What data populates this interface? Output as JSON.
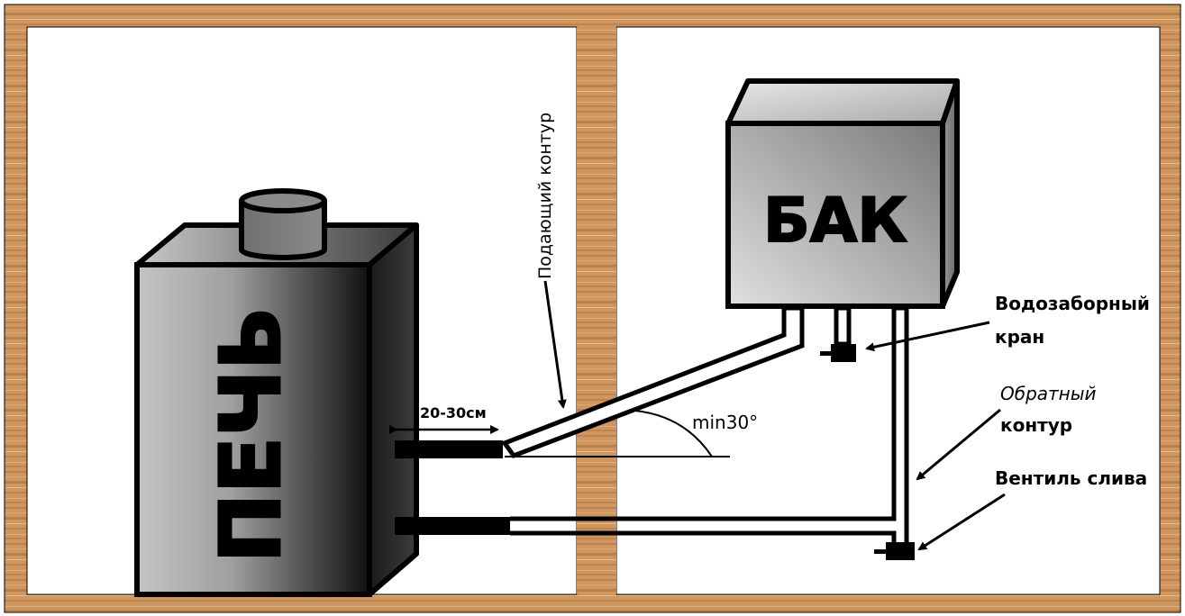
{
  "diagram": {
    "stove": {
      "label": "ПЕЧЬ"
    },
    "tank": {
      "label": "БАК"
    },
    "labels": {
      "supply_circuit": "Подающий контур",
      "distance": "20-30см",
      "angle": "min30°",
      "water_tap_line1": "Водозаборный",
      "water_tap_line2": "кран",
      "return_line1": "Обратный",
      "return_line2": "контур",
      "drain_valve": "Вентиль слива"
    },
    "colors": {
      "wood": "#c8905a",
      "wood_dark": "#a86c3a",
      "outline": "#000000",
      "pipe_fill": "#ffffff"
    }
  }
}
